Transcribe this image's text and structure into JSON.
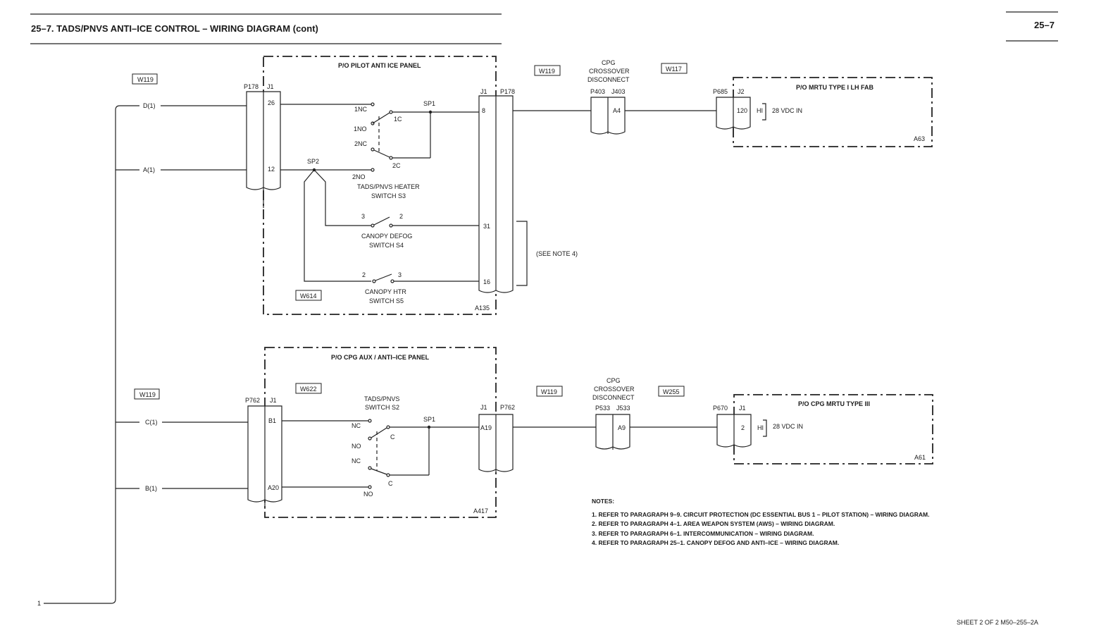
{
  "header": {
    "title": "25–7.  TADS/PNVS ANTI–ICE CONTROL – WIRING DIAGRAM (cont)",
    "page_number": "25–7"
  },
  "top": {
    "panel_title": "P/O PILOT ANTI ICE PANEL",
    "panel_ref": "A135",
    "harness_left": "W119",
    "harness_mid": "W119",
    "harness_right": "W117",
    "harness_inner": "W614",
    "signal_d": "D(1)",
    "signal_a": "A(1)",
    "plug_left": "P178",
    "jack_left": "J1",
    "pin_26": "26",
    "pin_12": "12",
    "jack_right": "J1",
    "plug_right": "P178",
    "pin_8": "8",
    "pin_31": "31",
    "pin_16": "16",
    "s3_1nc": "1NC",
    "s3_1no": "1NO",
    "s3_1c": "1C",
    "s3_2nc": "2NC",
    "s3_2no": "2NO",
    "s3_2c": "2C",
    "sp1": "SP1",
    "sp2": "SP2",
    "s3_label_1": "TADS/PNVS HEATER",
    "s3_label_2": "SWITCH S3",
    "s4_pin_a": "3",
    "s4_pin_b": "2",
    "s4_label_1": "CANOPY DEFOG",
    "s4_label_2": "SWITCH S4",
    "s5_pin_a": "2",
    "s5_pin_b": "3",
    "s5_label_1": "CANOPY HTR",
    "s5_label_2": "SWITCH S5",
    "see_note": "(SEE NOTE 4)",
    "crossover_1": "CPG",
    "crossover_2": "CROSSOVER",
    "crossover_3": "DISCONNECT",
    "cross_plug": "P403",
    "cross_jack": "J403",
    "cross_pin": "A4",
    "mrtu_title": "P/O MRTU TYPE I LH FAB",
    "mrtu_plug": "P685",
    "mrtu_jack": "J2",
    "mrtu_pin": "120",
    "mrtu_hi": "HI",
    "mrtu_signal": "28 VDC IN",
    "mrtu_ref": "A63"
  },
  "bottom": {
    "panel_title": "P/O CPG AUX / ANTI–ICE PANEL",
    "panel_ref": "A417",
    "harness_left": "W119",
    "harness_inner": "W622",
    "harness_mid": "W119",
    "harness_right": "W255",
    "signal_c": "C(1)",
    "signal_b": "B(1)",
    "plug_left": "P762",
    "jack_left": "J1",
    "pin_b1": "B1",
    "pin_a20": "A20",
    "switch_label_1": "TADS/PNVS",
    "switch_label_2": "SWITCH S2",
    "nc1": "NC",
    "no1": "NO",
    "c1": "C",
    "nc2": "NC",
    "no2": "NO",
    "c2": "C",
    "sp1": "SP1",
    "jack_right": "J1",
    "plug_right": "P762",
    "pin_a19": "A19",
    "crossover_1": "CPG",
    "crossover_2": "CROSSOVER",
    "crossover_3": "DISCONNECT",
    "cross_plug": "P533",
    "cross_jack": "J533",
    "cross_pin": "A9",
    "mrtu_title": "P/O CPG MRTU TYPE III",
    "mrtu_plug": "P670",
    "mrtu_jack": "J1",
    "mrtu_pin": "2",
    "mrtu_hi": "HI",
    "mrtu_signal": "28 VDC IN",
    "mrtu_ref": "A61"
  },
  "bus_label": "1",
  "notes": {
    "heading": "NOTES:",
    "items": [
      "1.   REFER TO PARAGRAPH 9–9. CIRCUIT PROTECTION (DC ESSENTIAL BUS 1 – PILOT STATION) – WIRING DIAGRAM.",
      "2.   REFER TO PARAGRAPH 4–1. AREA WEAPON SYSTEM (AWS) – WIRING DIAGRAM.",
      "3.   REFER TO PARAGRAPH 6–1. INTERCOMMUNICATION – WIRING DIAGRAM.",
      "4.   REFER TO PARAGRAPH 25–1. CANOPY DEFOG AND ANTI–ICE – WIRING DIAGRAM."
    ]
  },
  "footer": "SHEET 2 OF 2  M50–255–2A"
}
